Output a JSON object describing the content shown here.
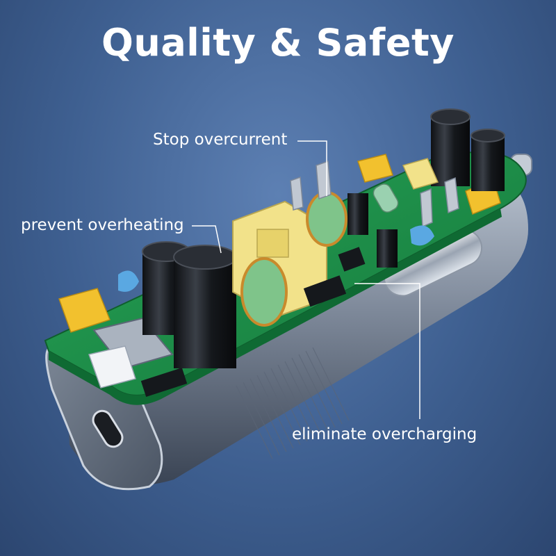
{
  "title": "Quality & Safety",
  "callouts": {
    "stop_overcurrent": "Stop overcurrent",
    "prevent_overheating": "prevent overheating",
    "eliminate_overcharging": "eliminate overcharging"
  },
  "colors": {
    "background": "#46689c",
    "pcb": "#1f8f47",
    "shell": "#8792a3",
    "capacitor": "#1c1f24",
    "transformer": "#f2e28a",
    "coil": "#c98a2c",
    "yellow_part": "#f2c12e",
    "text": "#ffffff"
  }
}
